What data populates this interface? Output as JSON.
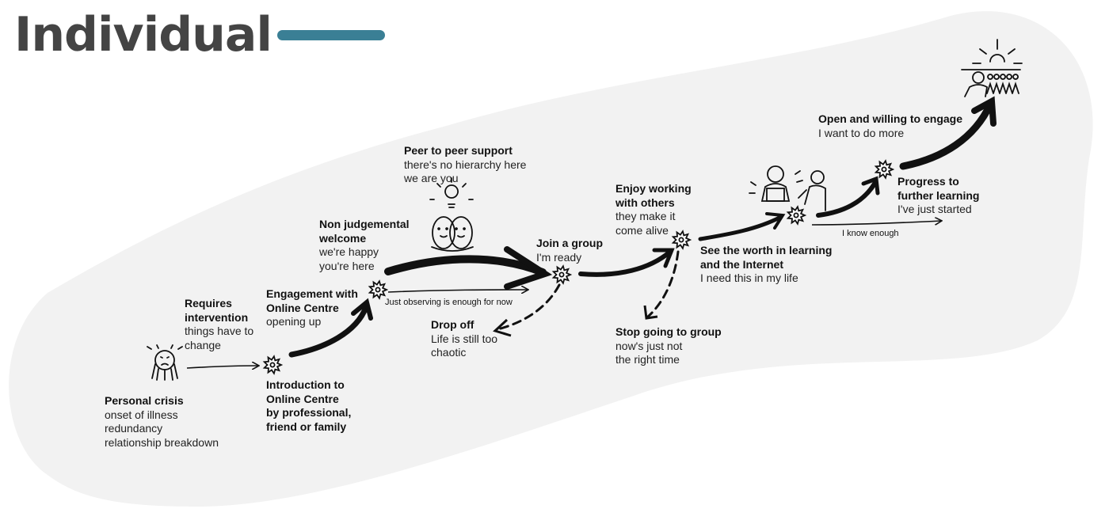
{
  "title": "Individual",
  "colors": {
    "accent": "#3a7f95",
    "blob": "#f2f2f2",
    "ink": "#111111"
  },
  "stages": {
    "crisis": {
      "heading": "Personal crisis",
      "lines": [
        "onset of illness",
        "redundancy",
        "relationship breakdown"
      ]
    },
    "intervention": {
      "heading_lines": [
        "Requires",
        "intervention"
      ],
      "lines": [
        "things have to",
        "change"
      ]
    },
    "introduction": {
      "heading_lines": [
        "Introduction to",
        "Online Centre",
        "by professional,",
        "friend or family"
      ]
    },
    "engagement": {
      "heading_lines": [
        "Engagement with",
        "Online Centre"
      ],
      "lines": [
        "opening up"
      ]
    },
    "welcome": {
      "heading_lines": [
        "Non judgemental",
        "welcome"
      ],
      "lines": [
        "we're happy",
        "you're here"
      ]
    },
    "peer": {
      "heading": "Peer to peer support",
      "lines": [
        "there's no hierarchy here",
        "we are you"
      ]
    },
    "observing": {
      "note": "Just observing is enough for now"
    },
    "dropoff": {
      "heading": "Drop off",
      "lines": [
        "Life is still too",
        "chaotic"
      ]
    },
    "join": {
      "heading": "Join a group",
      "lines": [
        "I'm ready"
      ]
    },
    "enjoy": {
      "heading_lines": [
        "Enjoy working",
        "with others"
      ],
      "lines": [
        "they make it",
        "come alive"
      ]
    },
    "stop": {
      "heading": "Stop going to group",
      "lines": [
        "now's just not",
        "the right time"
      ]
    },
    "worth": {
      "heading_lines": [
        "See the worth in learning",
        "and the Internet"
      ],
      "lines": [
        "I need this in my life"
      ]
    },
    "know": {
      "note": "I know enough"
    },
    "progress": {
      "heading_lines": [
        "Progress to",
        "further learning"
      ],
      "lines": [
        "I've just started"
      ]
    },
    "open": {
      "heading": "Open and willing to engage",
      "lines": [
        "I want to do more"
      ]
    }
  }
}
